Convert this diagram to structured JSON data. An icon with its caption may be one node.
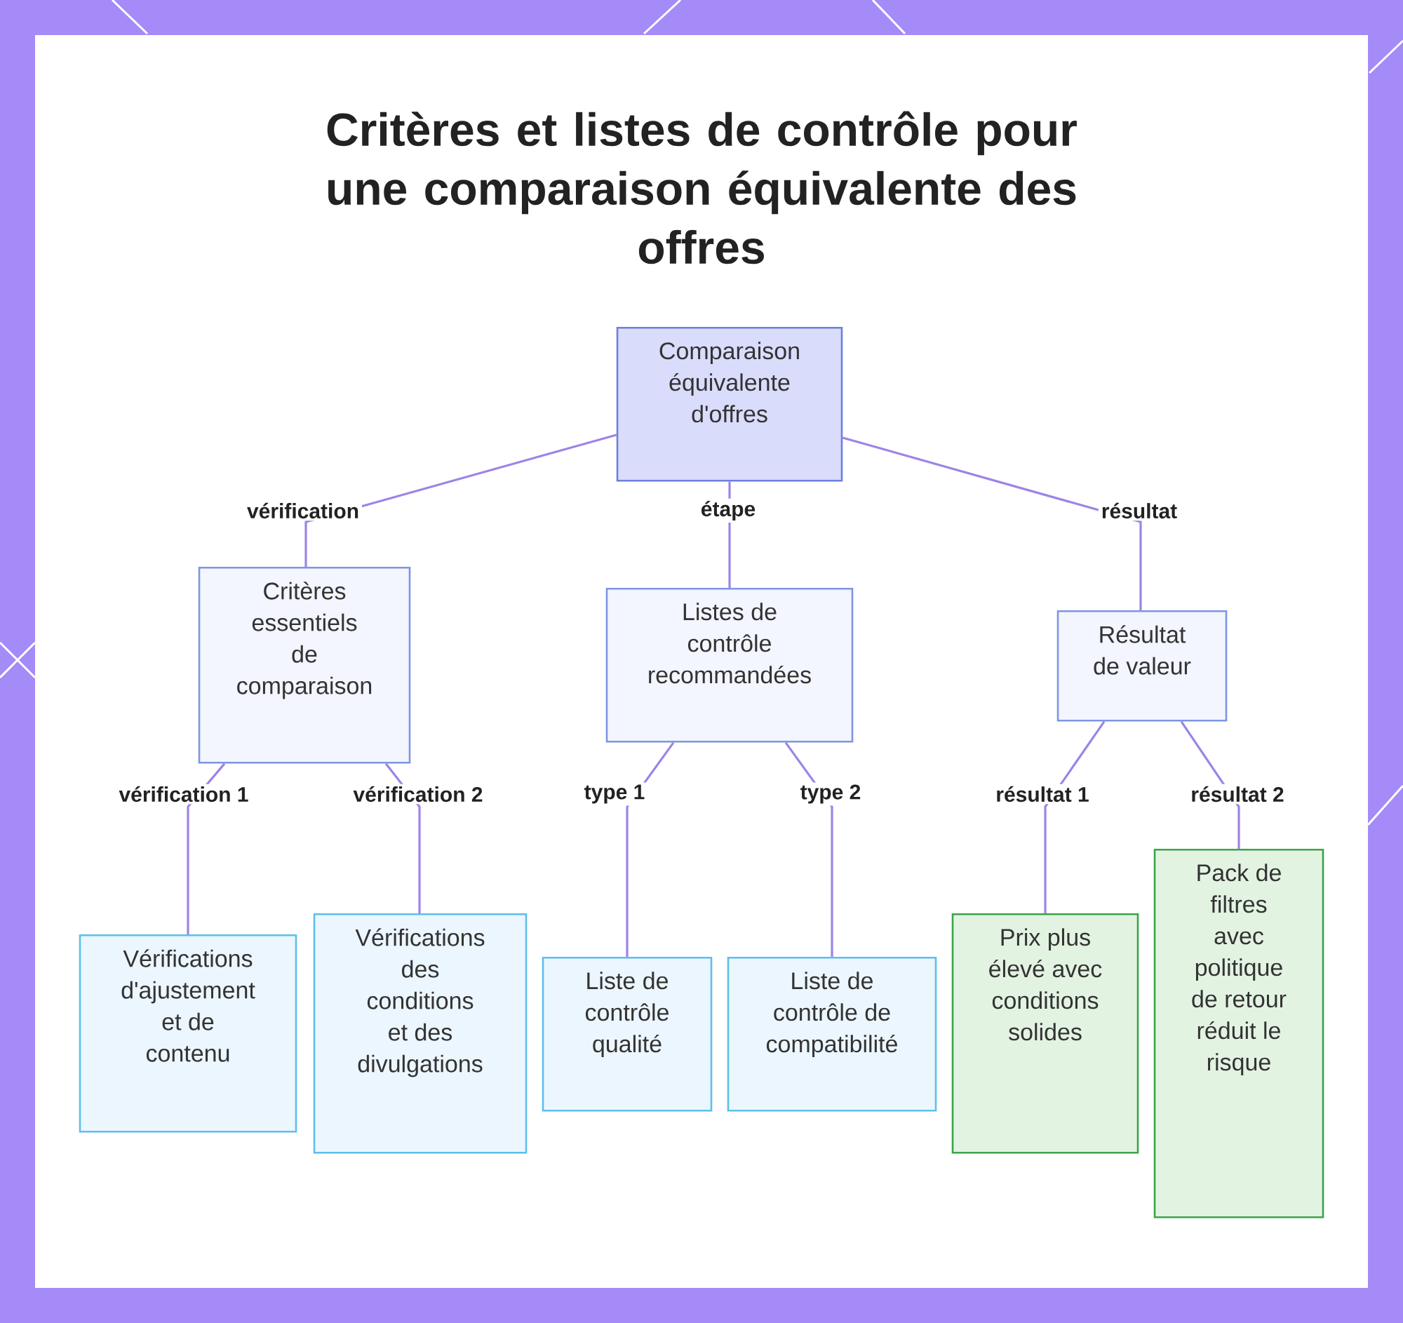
{
  "diagram": {
    "title": "Critères et listes de contrôle pour une comparaison équivalente des offres",
    "nodes": [
      {
        "text": [
          "Comparaison équivalente d'offres"
        ]
      },
      {
        "text": [
          "Critères essentiels de comparaison"
        ]
      },
      {
        "text": [
          "Listes de contrôle recommandées"
        ]
      },
      {
        "text": [
          "Résultat de valeur"
        ]
      },
      {
        "text": [
          "Vérifications d'ajustement et de contenu"
        ]
      },
      {
        "text": [
          "Vérifications des conditions et des divulgations"
        ]
      },
      {
        "text": [
          "Liste de contrôle qualité"
        ]
      },
      {
        "text": [
          "Liste de contrôle de compatibilité"
        ]
      },
      {
        "text": [
          "Prix plus élevé avec conditions solides"
        ]
      },
      {
        "text": [
          "Pack de filtres avec politique de retour réduit le risque"
        ]
      }
    ],
    "edges": [
      {
        "from": 0,
        "to": 1,
        "arrow": "none",
        "label": "vérification"
      },
      {
        "from": 0,
        "to": 2,
        "arrow": "none",
        "label": "étape"
      },
      {
        "from": 0,
        "to": 3,
        "arrow": "none",
        "label": "résultat"
      },
      {
        "from": 1,
        "to": 4,
        "arrow": "none",
        "label": "vérification 1"
      },
      {
        "from": 1,
        "to": 5,
        "arrow": "none",
        "label": "vérification 2"
      },
      {
        "from": 2,
        "to": 6,
        "arrow": "none",
        "label": "type 1"
      },
      {
        "from": 2,
        "to": 7,
        "arrow": "none",
        "label": "type 2"
      },
      {
        "from": 3,
        "to": 8,
        "arrow": "none",
        "label": "résultat 1"
      },
      {
        "from": 3,
        "to": 9,
        "arrow": "none",
        "label": "résultat 2"
      }
    ]
  }
}
